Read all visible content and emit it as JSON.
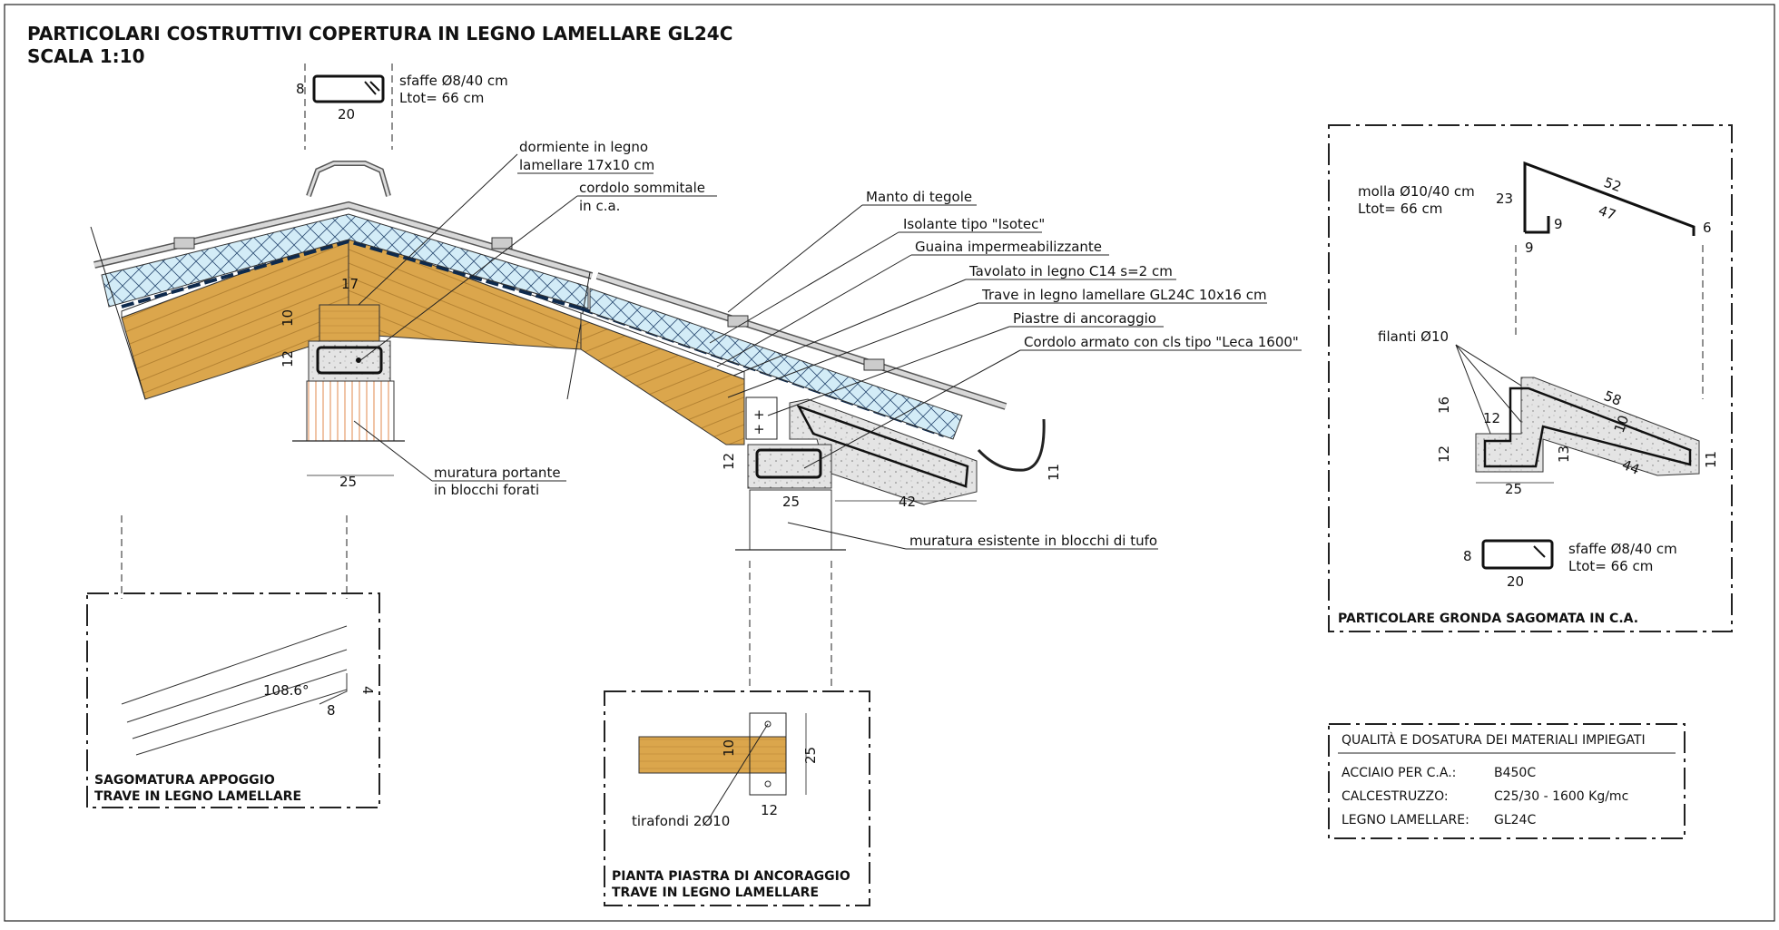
{
  "title": {
    "line1": "PARTICOLARI COSTRUTTIVI COPERTURA IN LEGNO LAMELLARE GL24C",
    "line2": "SCALA 1:10"
  },
  "stirrup_top": {
    "dim_h": "8",
    "dim_w": "20",
    "line1": "sfaffe Ø8/40 cm",
    "line2": "Ltot= 66 cm"
  },
  "labels": {
    "dormiente_1": "dormiente in legno",
    "dormiente_2": "lamellare 17x10 cm",
    "cordolo_1": "cordolo sommitale",
    "cordolo_2": "in c.a.",
    "manto": "Manto di tegole",
    "isolante": "Isolante tipo \"Isotec\"",
    "guaina": "Guaina impermeabilizzante",
    "tavolato": "Tavolato in legno C14 s=2 cm",
    "trave": "Trave in legno lamellare GL24C 10x16 cm",
    "piastre": "Piastre di ancoraggio",
    "cordolo_armato": "Cordolo armato con cls tipo \"Leca 1600\"",
    "muratura_1": "muratura portante",
    "muratura_2": "in blocchi forati",
    "muratura_esistente": "muratura esistente in blocchi di tufo"
  },
  "dims_main": {
    "d17": "17",
    "d10": "10",
    "d12a": "12",
    "d25a": "25",
    "d12b": "12",
    "d25b": "25",
    "d42": "42",
    "d11": "11"
  },
  "gronda": {
    "molla_1": "molla Ø10/40 cm",
    "molla_2": "Ltot= 66 cm",
    "d52": "52",
    "d23": "23",
    "d47": "47",
    "d9a": "9",
    "d9b": "9",
    "d6": "6",
    "filanti": "filanti Ø10",
    "d58": "58",
    "d16": "16",
    "d12c": "12",
    "d12d": "12",
    "d10": "10",
    "d13": "13",
    "d44": "44",
    "d11": "11",
    "d25": "25",
    "staffe_h": "8",
    "staffe_w": "20",
    "staffe_1": "sfaffe Ø8/40 cm",
    "staffe_2": "Ltot= 66 cm",
    "caption": "PARTICOLARE GRONDA SAGOMATA IN C.A."
  },
  "sagomatura": {
    "angle": "108.6°",
    "d8": "8",
    "d4": "4",
    "caption_1": "SAGOMATURA APPOGGIO",
    "caption_2": "TRAVE IN LEGNO LAMELLARE"
  },
  "pianta": {
    "d10": "10",
    "d25": "25",
    "d12": "12",
    "tirafondi": "tirafondi 2Ø10",
    "caption_1": "PIANTA PIASTRA DI ANCORAGGIO",
    "caption_2": "TRAVE IN LEGNO LAMELLARE"
  },
  "table": {
    "header": "QUALITÀ E DOSATURA DEI MATERIALI IMPIEGATI",
    "rows": [
      {
        "k": "ACCIAIO PER C.A.:",
        "v": "B450C"
      },
      {
        "k": "CALCESTRUZZO:",
        "v": "C25/30  - 1600 Kg/mc"
      },
      {
        "k": "LEGNO LAMELLARE:",
        "v": "GL24C"
      }
    ]
  },
  "colors": {
    "wood": "#dba64c",
    "insulation": "#cfe8f4",
    "concrete": "#e2e2e2"
  }
}
